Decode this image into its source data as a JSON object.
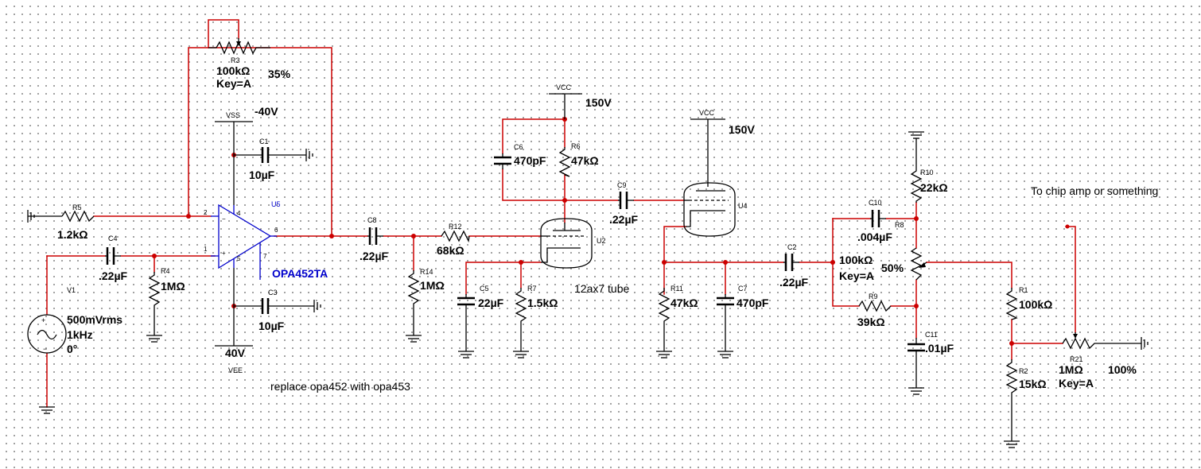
{
  "components": {
    "R3": {
      "ref": "R3",
      "value": "100kΩ",
      "key": "Key=A",
      "setting": "35%"
    },
    "VSS": {
      "ref": "VSS",
      "value": "-40V"
    },
    "C1": {
      "ref": "C1",
      "value": "10µF"
    },
    "U5": {
      "ref": "U5",
      "part": "OPA452TA",
      "pins": [
        "4",
        "2",
        "1",
        "5",
        "6",
        "7"
      ]
    },
    "R5": {
      "ref": "R5",
      "value": "1.2kΩ"
    },
    "C4": {
      "ref": "C4",
      "value": ".22µF"
    },
    "R4": {
      "ref": "R4",
      "value": "1MΩ"
    },
    "V1": {
      "ref": "V1",
      "line1": "500mVrms",
      "line2": "1kHz",
      "line3": "0°"
    },
    "C3": {
      "ref": "C3",
      "value": "10µF"
    },
    "VEE": {
      "ref": "VEE",
      "value": "40V"
    },
    "C8": {
      "ref": "C8",
      "value": ".22µF"
    },
    "R14": {
      "ref": "R14",
      "value": "1MΩ"
    },
    "R12": {
      "ref": "R12",
      "value": "68kΩ"
    },
    "VCC1": {
      "ref": "VCC",
      "value": "150V"
    },
    "C6": {
      "ref": "C6",
      "value": "470pF"
    },
    "R6": {
      "ref": "R6",
      "value": "47kΩ"
    },
    "U2": {
      "ref": "U2"
    },
    "C5": {
      "ref": "C5",
      "value": "22µF"
    },
    "R7": {
      "ref": "R7",
      "value": "1.5kΩ"
    },
    "C9": {
      "ref": "C9",
      "value": ".22µF"
    },
    "VCC2": {
      "ref": "VCC",
      "value": "150V"
    },
    "U4": {
      "ref": "U4"
    },
    "R11": {
      "ref": "R11",
      "value": "47kΩ"
    },
    "C7": {
      "ref": "C7",
      "value": "470pF"
    },
    "C2": {
      "ref": "C2",
      "value": ".22µF"
    },
    "R10": {
      "ref": "R10",
      "value": "22kΩ"
    },
    "C10": {
      "ref": "C10",
      "value": ".004µF"
    },
    "R8": {
      "ref": "R8",
      "value": "100kΩ",
      "key": "Key=A",
      "setting": "50%"
    },
    "R9": {
      "ref": "R9",
      "value": "39kΩ"
    },
    "C11": {
      "ref": "C11",
      "value": ".01µF"
    },
    "R1": {
      "ref": "R1",
      "value": "100kΩ"
    },
    "R2": {
      "ref": "R2",
      "value": "15kΩ"
    },
    "R21": {
      "ref": "R21",
      "value": "1MΩ",
      "key": "Key=A",
      "setting": "100%"
    }
  },
  "notes": {
    "replace": "replace opa452 with opa453",
    "tube": "12ax7 tube",
    "output": "To chip amp or something"
  }
}
